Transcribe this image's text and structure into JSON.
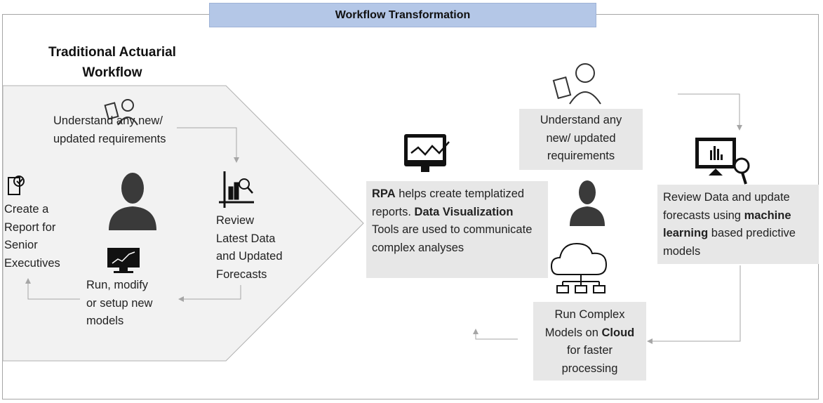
{
  "title": "Workflow Transformation",
  "traditional": {
    "heading_line1": "Traditional Actuarial",
    "heading_line2": "Workflow",
    "understand": [
      "Understand any new/",
      "updated requirements"
    ],
    "review": [
      "Review",
      "Latest Data",
      "and Updated",
      "Forecasts"
    ],
    "run": [
      "Run, modify",
      "or setup new",
      "models"
    ],
    "report": [
      "Create a",
      "Report for",
      "Senior",
      "Executives"
    ]
  },
  "transformed": {
    "understand": [
      "Understand any",
      "new/ updated",
      "requirements"
    ],
    "review": {
      "pre": "Review Data and update forecasts using ",
      "bold": "machine learning",
      "post": " based predictive models"
    },
    "cloud": {
      "pre": "Run Complex Models on ",
      "bold": "Cloud",
      "post": " for faster processing"
    },
    "rpa": {
      "bold1": "RPA",
      "mid": " helps create templatized reports. ",
      "bold2": "Data Visualization",
      "post": "  Tools are used to communicate complex analyses"
    }
  },
  "colors": {
    "title_bg": "#b4c7e7",
    "panel_bg": "#f2f2f2",
    "box_bg": "#e7e7e7",
    "arrow": "#a6a6a6",
    "icon": "#333333"
  }
}
